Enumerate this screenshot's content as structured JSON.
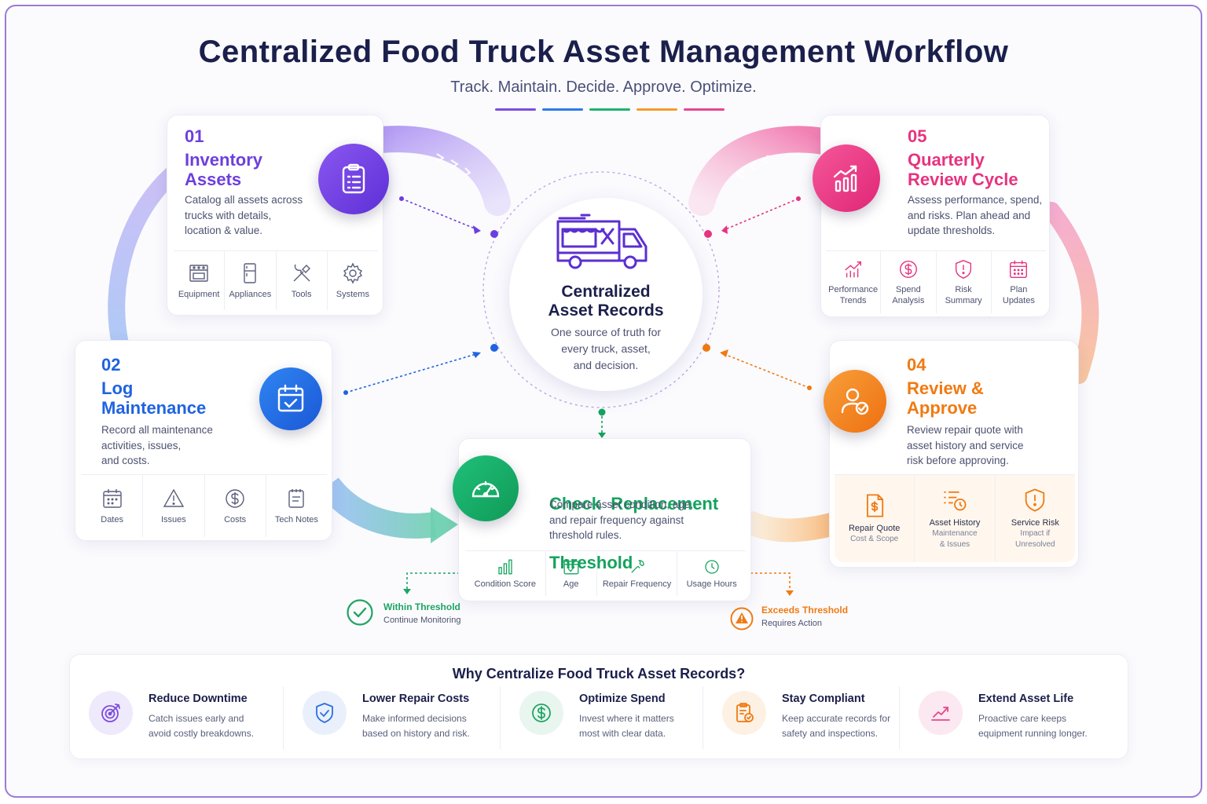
{
  "header": {
    "title": "Centralized Food Truck Asset Management Workflow",
    "subtitle": "Track. Maintain. Decide. Approve. Optimize.",
    "bar_colors": [
      "#7c4ddf",
      "#2d7be8",
      "#1fb26f",
      "#f59a2c",
      "#e6468f"
    ]
  },
  "center": {
    "title_line1": "Centralized",
    "title_line2": "Asset Records",
    "desc_line1": "One source of truth for",
    "desc_line2": "every truck, asset,",
    "desc_line3": "and decision."
  },
  "steps": {
    "s1": {
      "num": "01",
      "title_line1": "Inventory",
      "title_line2": "Assets",
      "desc": [
        "Catalog all assets across",
        "trucks with details,",
        "location & value."
      ],
      "color": "#6d3fdc",
      "items": [
        "Equipment",
        "Appliances",
        "Tools",
        "Systems"
      ]
    },
    "s2": {
      "num": "02",
      "title_line1": "Log",
      "title_line2": "Maintenance",
      "desc": [
        "Record all maintenance",
        "activities, issues,",
        "and costs."
      ],
      "color": "#1f63e0",
      "items": [
        "Dates",
        "Issues",
        "Costs",
        "Tech Notes"
      ]
    },
    "s3": {
      "title_line1": "Check  Replacement",
      "title_line2": "Threshold",
      "desc": [
        "Compare asset condition, age,",
        "and repair frequency against",
        "threshold rules."
      ],
      "color": "#14a35e",
      "items": [
        "Condition Score",
        "Age",
        "Repair Frequency",
        "Usage Hours"
      ]
    },
    "s4": {
      "num": "04",
      "title_line1": "Review &",
      "title_line2": "Approve",
      "desc": [
        "Review repair quote with",
        "asset history and service",
        "risk before approving."
      ],
      "color": "#f07a12",
      "items": [
        {
          "label": "Repair Quote",
          "sub1": "Cost & Scope",
          "sub2": ""
        },
        {
          "label": "Asset History",
          "sub1": "Maintenance",
          "sub2": "& Issues"
        },
        {
          "label": "Service Risk",
          "sub1": "Impact if",
          "sub2": "Unresolved"
        }
      ]
    },
    "s5": {
      "num": "05",
      "title_line1": "Quarterly",
      "title_line2": "Review Cycle",
      "desc": [
        "Assess performance, spend,",
        "and risks. Plan ahead and",
        "update thresholds."
      ],
      "color": "#e6337f",
      "items": [
        {
          "l1": "Performance",
          "l2": "Trends"
        },
        {
          "l1": "Spend",
          "l2": "Analysis"
        },
        {
          "l1": "Risk",
          "l2": "Summary"
        },
        {
          "l1": "Plan",
          "l2": "Updates"
        }
      ]
    }
  },
  "outcomes": {
    "within": {
      "title": "Within Threshold",
      "sub": "Continue Monitoring",
      "color": "#1fa463"
    },
    "exceeds": {
      "title": "Exceeds Threshold",
      "sub": "Requires Action",
      "color": "#f07a12"
    }
  },
  "benefits": {
    "title": "Why Centralize Food Truck Asset Records?",
    "items": [
      {
        "title": "Reduce Downtime",
        "d1": "Catch issues early and",
        "d2": "avoid costly breakdowns.",
        "color": "#7c4ddf"
      },
      {
        "title": "Lower Repair Costs",
        "d1": "Make informed decisions",
        "d2": "based on history and risk.",
        "color": "#2d6fe0"
      },
      {
        "title": "Optimize Spend",
        "d1": "Invest where it matters",
        "d2": "most with clear data.",
        "color": "#1fa463"
      },
      {
        "title": "Stay Compliant",
        "d1": "Keep accurate records for",
        "d2": "safety and inspections.",
        "color": "#f07a12"
      },
      {
        "title": "Extend Asset Life",
        "d1": "Proactive care keeps",
        "d2": "equipment running longer.",
        "color": "#e6468f"
      }
    ]
  }
}
